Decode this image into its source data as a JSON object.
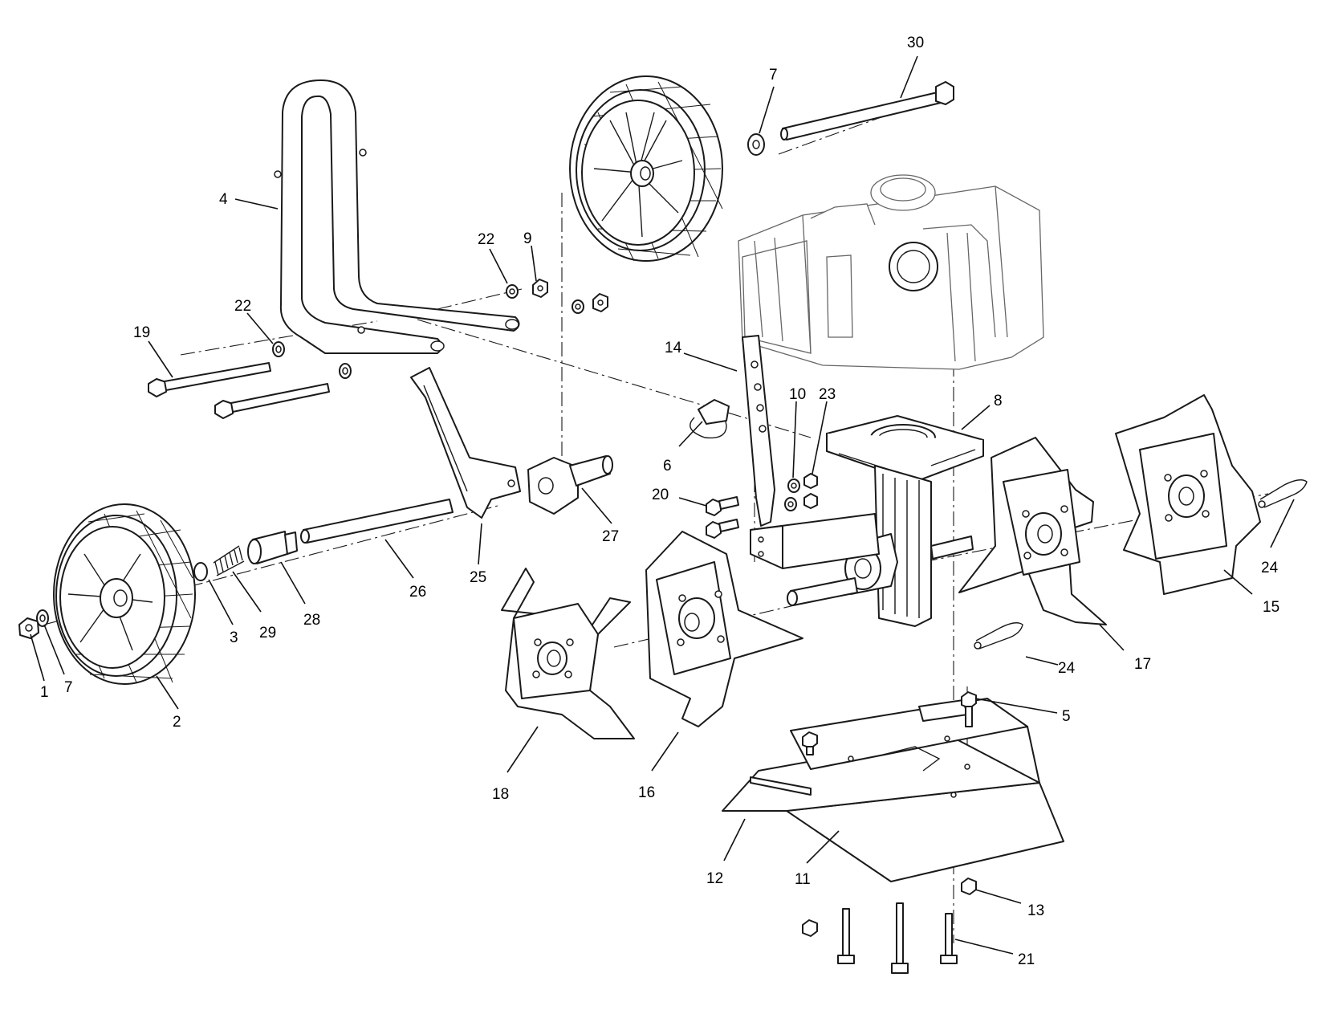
{
  "diagram": {
    "type": "exploded-parts-view",
    "line_color": "#1a1a1a",
    "background": "#ffffff",
    "callouts": [
      {
        "id": "c1",
        "label": "1"
      },
      {
        "id": "c7a",
        "label": "7"
      },
      {
        "id": "c2",
        "label": "2"
      },
      {
        "id": "c3",
        "label": "3"
      },
      {
        "id": "c29",
        "label": "29"
      },
      {
        "id": "c28",
        "label": "28"
      },
      {
        "id": "c26",
        "label": "26"
      },
      {
        "id": "c25",
        "label": "25"
      },
      {
        "id": "c27",
        "label": "27"
      },
      {
        "id": "c4",
        "label": "4"
      },
      {
        "id": "c19",
        "label": "19"
      },
      {
        "id": "c22a",
        "label": "22"
      },
      {
        "id": "c22b",
        "label": "22"
      },
      {
        "id": "c9",
        "label": "9"
      },
      {
        "id": "c7b",
        "label": "7"
      },
      {
        "id": "c30",
        "label": "30"
      },
      {
        "id": "c14",
        "label": "14"
      },
      {
        "id": "c10",
        "label": "10"
      },
      {
        "id": "c23",
        "label": "23"
      },
      {
        "id": "c8",
        "label": "8"
      },
      {
        "id": "c6",
        "label": "6"
      },
      {
        "id": "c20",
        "label": "20"
      },
      {
        "id": "c18",
        "label": "18"
      },
      {
        "id": "c16",
        "label": "16"
      },
      {
        "id": "c17",
        "label": "17"
      },
      {
        "id": "c15",
        "label": "15"
      },
      {
        "id": "c24a",
        "label": "24"
      },
      {
        "id": "c24b",
        "label": "24"
      },
      {
        "id": "c5",
        "label": "5"
      },
      {
        "id": "c12",
        "label": "12"
      },
      {
        "id": "c11",
        "label": "11"
      },
      {
        "id": "c13",
        "label": "13"
      },
      {
        "id": "c21",
        "label": "21"
      }
    ]
  }
}
